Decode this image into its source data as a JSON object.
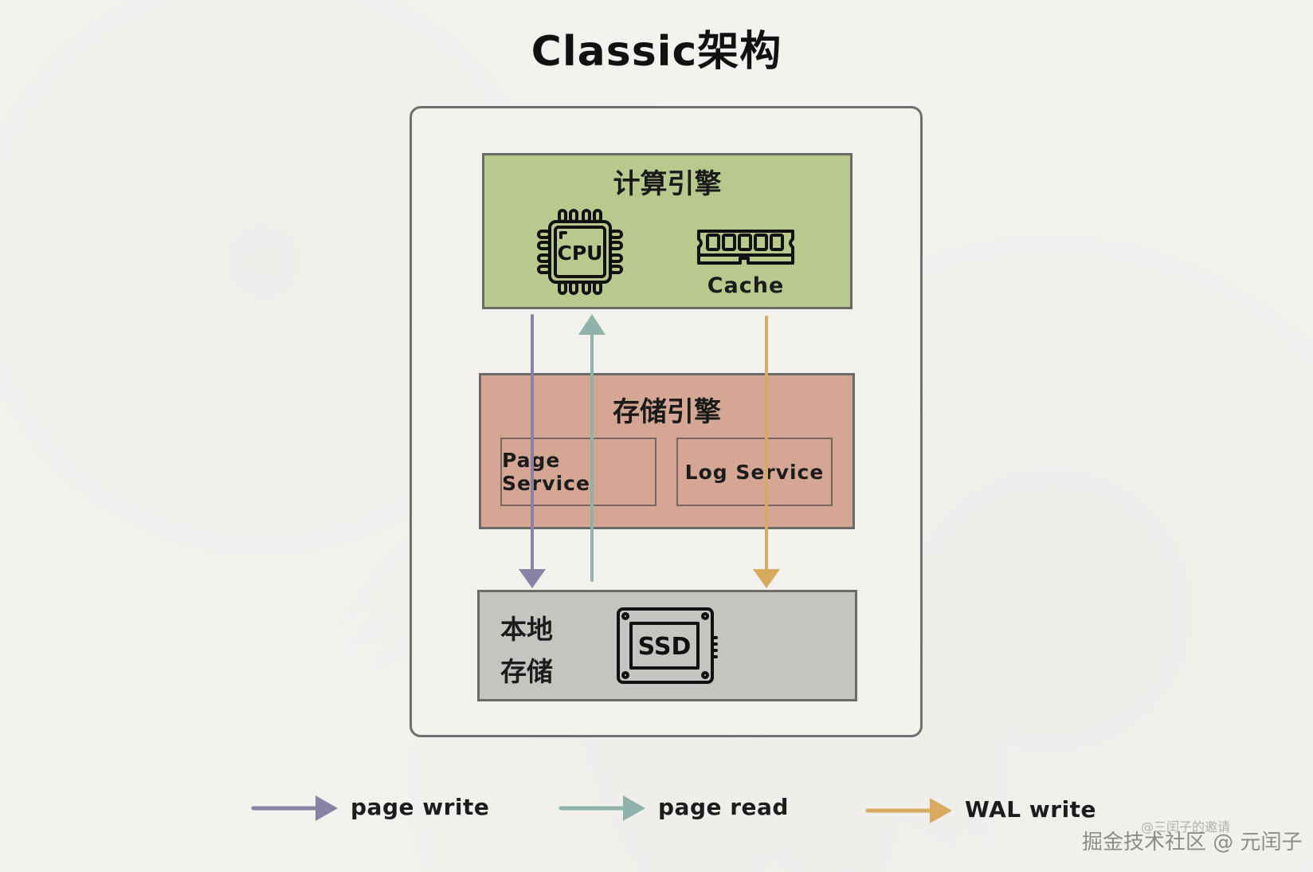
{
  "title": "Classic架构",
  "compute_engine": {
    "title": "计算引擎",
    "cpu_icon_text": "CPU",
    "cache_label": "Cache"
  },
  "storage_engine": {
    "title": "存储引擎",
    "page_service": "Page Service",
    "log_service": "Log Service"
  },
  "local_storage": {
    "label_line1": "本地",
    "label_line2": "存储",
    "ssd_icon_text": "SSD"
  },
  "flows": [
    {
      "name": "page write",
      "from": "计算引擎",
      "to": "本地存储",
      "color": "#8a81a7"
    },
    {
      "name": "page read",
      "from": "本地存储",
      "to": "计算引擎",
      "color": "#8fb3aa"
    },
    {
      "name": "WAL write",
      "from": "计算引擎",
      "to": "本地存储",
      "color": "#d8aa5f"
    }
  ],
  "legend": [
    {
      "label": "page write",
      "color": "#8a81a7"
    },
    {
      "label": "page read",
      "color": "#8fb3aa"
    },
    {
      "label": "WAL write",
      "color": "#d8aa5f"
    }
  ],
  "watermark": {
    "line1": "@三闰子的邀请",
    "line2": "掘金技术社区 @ 元闰子"
  },
  "colors": {
    "compute_fill": "#b9c98e",
    "storage_fill": "#d5a693",
    "local_fill": "#c6c4c0",
    "background": "#f3f2ef"
  }
}
